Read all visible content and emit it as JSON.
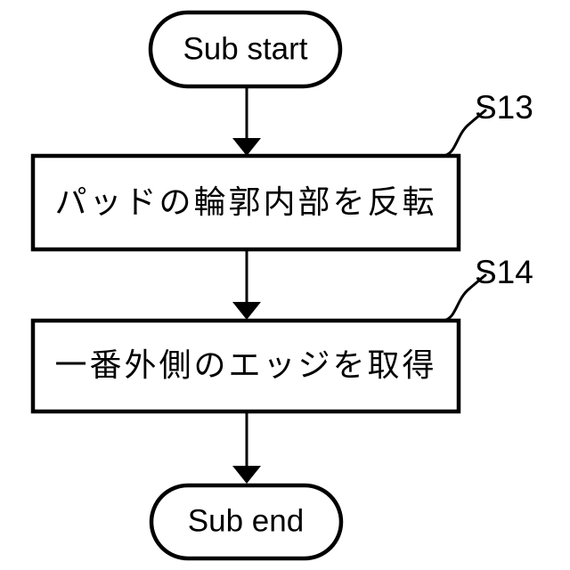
{
  "diagram": {
    "title": "Sub start / Sub end flowchart",
    "type": "flowchart",
    "background_color": "#ffffff",
    "stroke_color": "#000000",
    "nodes": [
      {
        "id": "start",
        "kind": "terminator",
        "label": "Sub start"
      },
      {
        "id": "s13",
        "kind": "process",
        "label": "パッドの輪郭内部を反転",
        "step": "S13"
      },
      {
        "id": "s14",
        "kind": "process",
        "label": "一番外側のエッジを取得",
        "step": "S14"
      },
      {
        "id": "end",
        "kind": "terminator",
        "label": "Sub end"
      }
    ],
    "step_labels": [
      {
        "id": "s13-ref",
        "text": "S13"
      },
      {
        "id": "s14-ref",
        "text": "S14"
      }
    ],
    "edges": [
      {
        "from": "start",
        "to": "s13",
        "arrow": "down"
      },
      {
        "from": "s13",
        "to": "s14",
        "arrow": "down"
      },
      {
        "from": "s14",
        "to": "end",
        "arrow": "down"
      }
    ]
  }
}
